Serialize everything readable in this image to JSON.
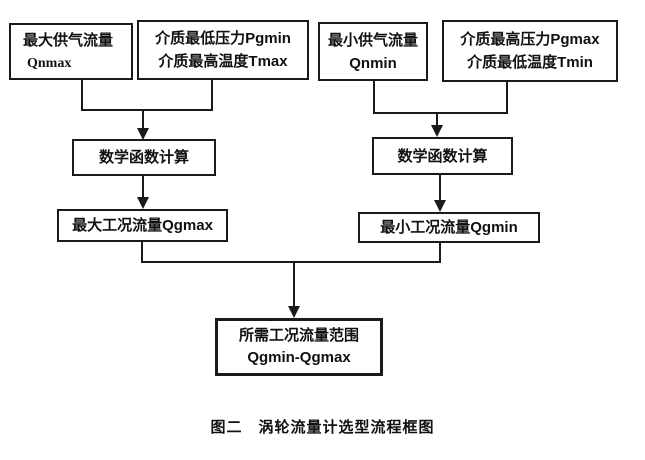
{
  "palette": {
    "line": "#1a1a1a",
    "background": "#ffffff",
    "text": "#111111"
  },
  "caption": "图二　涡轮流量计选型流程框图",
  "nodes": {
    "qnmax": {
      "line1": "最大供气流量",
      "line2": "Qnmax"
    },
    "pgmin_tmax": {
      "line1": "介质最低压力Pgmin",
      "line2": "介质最高温度Tmax"
    },
    "qnmin": {
      "line1": "最小供气流量",
      "line2": "Qnmin"
    },
    "pgmax_tmin": {
      "line1": "介质最高压力Pgmax",
      "line2": "介质最低温度Tmin"
    },
    "calc_left": {
      "line1": "数学函数计算"
    },
    "calc_right": {
      "line1": "数学函数计算"
    },
    "qgmax": {
      "line1": "最大工况流量Qgmax"
    },
    "qgmin": {
      "line1": "最小工况流量Qgmin"
    },
    "range": {
      "line1": "所需工况流量范围",
      "line2": "Qgmin-Qgmax"
    }
  }
}
